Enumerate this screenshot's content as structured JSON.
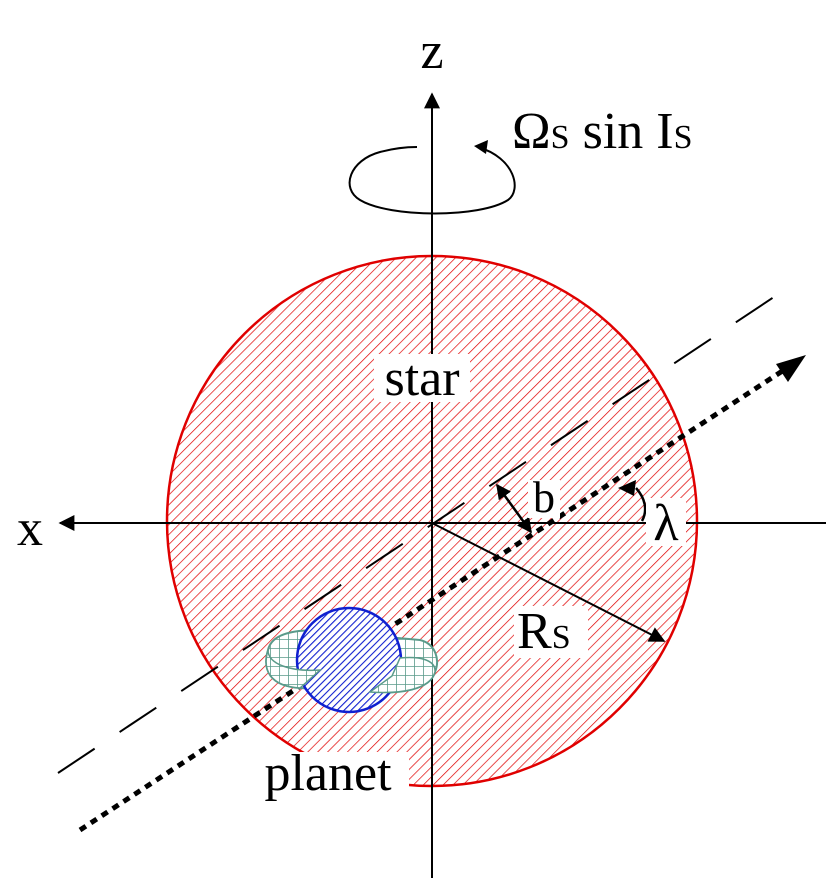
{
  "labels": {
    "z_axis": "z",
    "x_axis": "x",
    "rotation_omega": "Ω",
    "rotation_s1": "S",
    "rotation_sin": " sin I",
    "rotation_s2": "S",
    "star": "star",
    "planet": "planet",
    "impact_b": "b",
    "angle_lambda": "λ",
    "radius_R": "R",
    "radius_s": "S"
  },
  "colors": {
    "star_outline": "#e00000",
    "star_hatch": "#e00000",
    "planet_fill": "#1020d0",
    "ring_fill": "#5a9a8a",
    "axis": "#000000"
  },
  "icons": {
    "rotation": "rotation-arrow-icon"
  }
}
